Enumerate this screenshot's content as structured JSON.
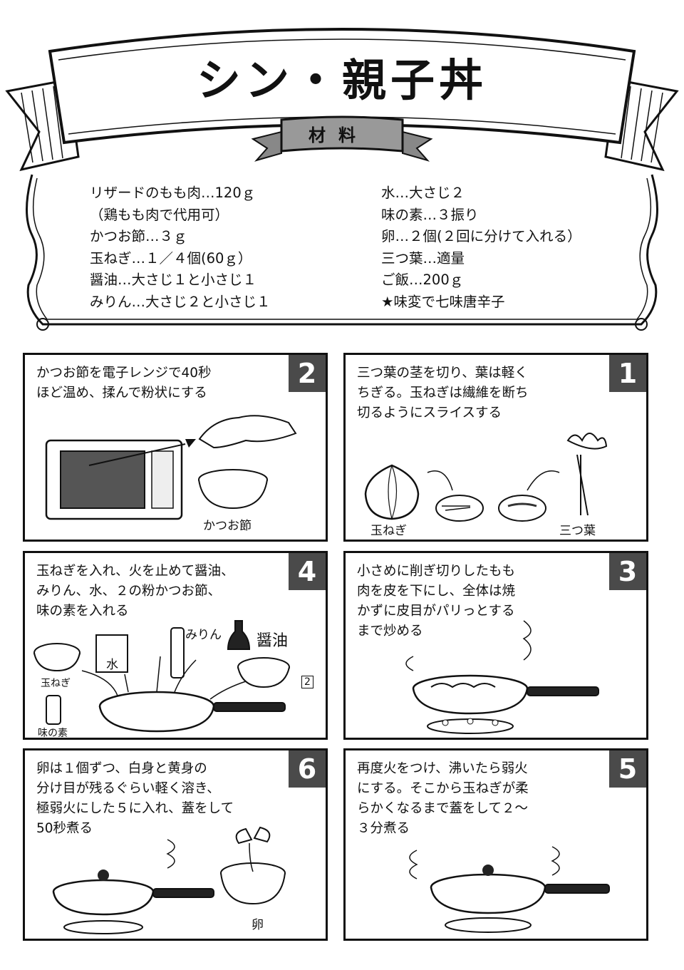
{
  "title": "シン・親子丼",
  "ingredients_heading": "材料",
  "ingredients": {
    "left": [
      "リザードのもも肉…120ｇ",
      "（鶏もも肉で代用可）",
      "かつお節…３ｇ",
      "玉ねぎ…１／４個(60ｇ）",
      "醤油…大さじ１と小さじ１",
      "みりん…大さじ２と小さじ１"
    ],
    "right": [
      "水…大さじ２",
      "味の素…３振り",
      "卵…２個(２回に分けて入れる）",
      "三つ葉…適量",
      "ご飯…200ｇ",
      "★味変で七味唐辛子"
    ]
  },
  "steps": [
    {
      "num": "1",
      "text": "三つ葉の茎を切り、葉は軽く\nちぎる。玉ねぎは繊維を断ち\n切るようにスライスする",
      "labels": [
        "玉ねぎ",
        "三つ葉"
      ]
    },
    {
      "num": "2",
      "text": "かつお節を電子レンジで40秒\nほど温め、揉んで粉状にする",
      "labels": [
        "かつお節"
      ]
    },
    {
      "num": "3",
      "text": "小さめに削ぎ切りしたもも\n肉を皮を下にし、全体は焼\nかずに皮目がパリっとする\nまで炒める",
      "labels": []
    },
    {
      "num": "4",
      "text": "玉ねぎを入れ、火を止めて醤油、\nみりん、水、２の粉かつお節、\n味の素を入れる",
      "labels": [
        "玉ねぎ",
        "水",
        "みりん",
        "醤油",
        "2",
        "味の素"
      ]
    },
    {
      "num": "5",
      "text": "再度火をつけ、沸いたら弱火\nにする。そこから玉ねぎが柔\nらかくなるまで蓋をして２～\n３分煮る",
      "labels": []
    },
    {
      "num": "6",
      "text": "卵は１個ずつ、白身と黄身の\n分け目が残るぐらい軽く溶き、\n極弱火にした５に入れ、蓋をして\n50秒煮る",
      "labels": [
        "卵"
      ]
    }
  ]
}
